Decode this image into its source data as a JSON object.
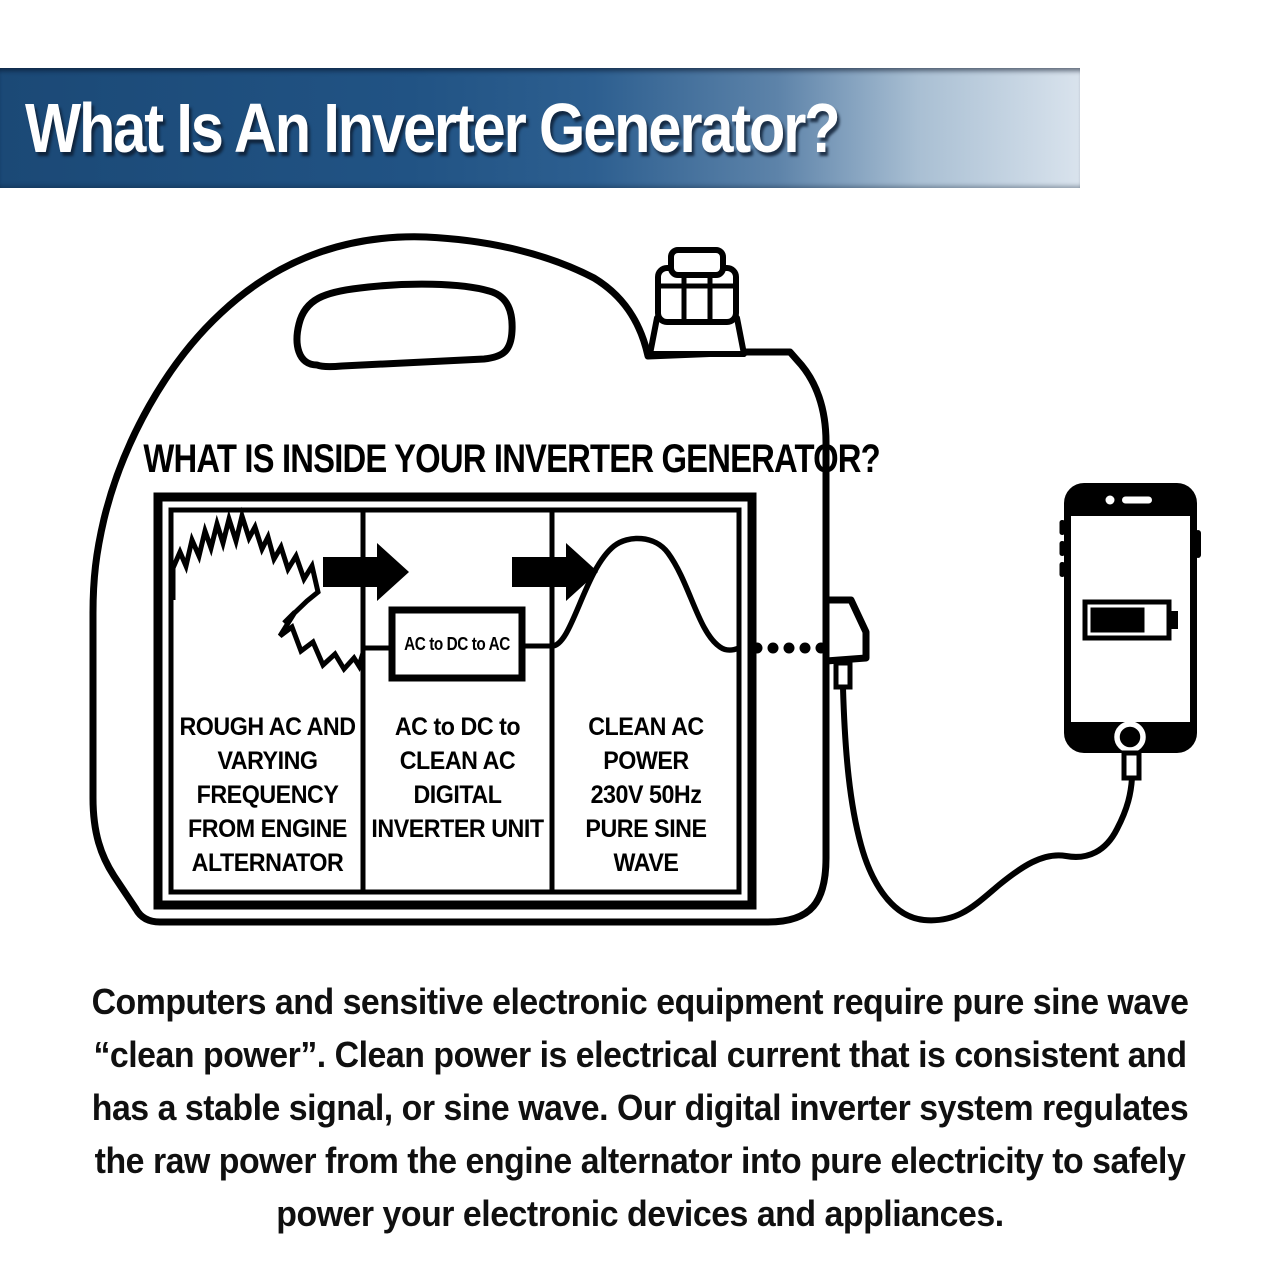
{
  "page": {
    "background": "#ffffff"
  },
  "header": {
    "title": "What Is An Inverter Generator?",
    "gradient_left": "#1b4976",
    "gradient_right": "#d9e3ed",
    "text_color": "#ffffff"
  },
  "generator": {
    "inside_title": "WHAT IS INSIDE YOUR INVERTER GENERATOR?",
    "converter_box_label": "AC to DC to AC",
    "panels": [
      {
        "label": "ROUGH AC AND\nVARYING\nFREQUENCY\nFROM ENGINE\nALTERNATOR"
      },
      {
        "label": "AC to DC to\nCLEAN AC\nDIGITAL\nINVERTER UNIT"
      },
      {
        "label": "CLEAN AC\nPOWER\n230V 50Hz\nPURE SINE\nWAVE"
      }
    ],
    "icons": [
      "jerry-can-generator-icon",
      "handle-icon",
      "fuel-cap-icon",
      "rough-ac-waveform-icon",
      "arrow-right-icon",
      "ac-dc-converter-box",
      "sine-wave-icon",
      "dotted-power-line",
      "power-plug-icon",
      "charging-cable-icon",
      "smartphone-icon",
      "battery-icon",
      "home-button-icon"
    ]
  },
  "footer": {
    "lines": [
      "Computers and sensitive electronic equipment require pure sine wave",
      "“clean power”. Clean power is electrical current that is consistent and",
      "has a stable signal, or sine wave. Our digital inverter system regulates",
      "the raw power from the engine alternator into pure electricity to safely",
      "power your electronic devices and appliances."
    ]
  }
}
